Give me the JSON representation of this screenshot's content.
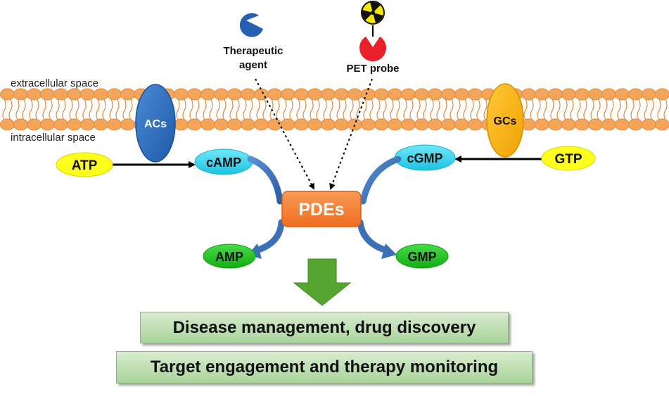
{
  "labels": {
    "extracellular": "extracellular space",
    "intracellular": "intracellular space",
    "therapeutic_agent_line1": "Therapeutic",
    "therapeutic_agent_line2": "agent",
    "pet_probe": "PET probe"
  },
  "nodes": {
    "acs": "ACs",
    "gcs": "GCs",
    "atp": "ATP",
    "camp": "cAMP",
    "cgmp": "cGMP",
    "gtp": "GTP",
    "pdes": "PDEs",
    "amp": "AMP",
    "gmp": "GMP"
  },
  "outcomes": {
    "disease": "Disease management, drug discovery",
    "target": "Target engagement and therapy monitoring"
  },
  "colors": {
    "membrane": "#f5a55a",
    "membrane_edge": "#e08a3c",
    "acs": "#2f6fc2",
    "gcs": "#f6b21c",
    "atp_gtp": "#ffff1e",
    "camp_cgmp": "#34d6ee",
    "pdes": "#f57e33",
    "amp_gmp": "#22c522",
    "therapeutic": "#2560b5",
    "pet_probe": "#e8202a",
    "radiation": "#f5e800",
    "green_arrow": "#55a530",
    "curved_arrow": "#3b6fb6"
  },
  "icons": {
    "radiation": "radiation-icon"
  }
}
